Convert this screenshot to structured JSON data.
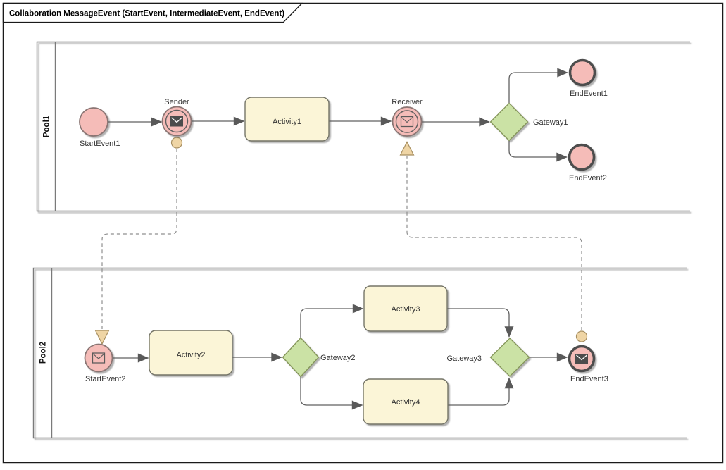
{
  "title": "Collaboration MessageEvent (StartEvent, IntermediateEvent, EndEvent)",
  "pools": {
    "pool1": "Pool1",
    "pool2": "Pool2"
  },
  "nodes": {
    "start_event_1": "StartEvent1",
    "sender": "Sender",
    "activity_1": "Activity1",
    "receiver": "Receiver",
    "gateway_1": "Gateway1",
    "end_event_1": "EndEvent1",
    "end_event_2": "EndEvent2",
    "start_event_2": "StartEvent2",
    "activity_2": "Activity2",
    "gateway_2": "Gateway2",
    "activity_3": "Activity3",
    "activity_4": "Activity4",
    "gateway_3": "Gateway3",
    "end_event_3": "EndEvent3"
  },
  "colors": {
    "event_fill": "#F5BCB8",
    "event_stroke": "#8A7573",
    "end_event_stroke": "#4D4D4D",
    "activity_fill": "#FBF5D7",
    "activity_stroke": "#757567",
    "gateway_fill": "#CBE2A5",
    "gateway_stroke": "#839459",
    "flow_line": "#606060",
    "message_line": "#8F8F8F",
    "message_accent_fill": "#EFD5A5",
    "message_accent_stroke": "#A78F62",
    "envelope_dark": "#4C4C4C",
    "label_text": "#333333",
    "frame_border": "#1A1A1A",
    "pool_border": "#7A7A7A"
  }
}
